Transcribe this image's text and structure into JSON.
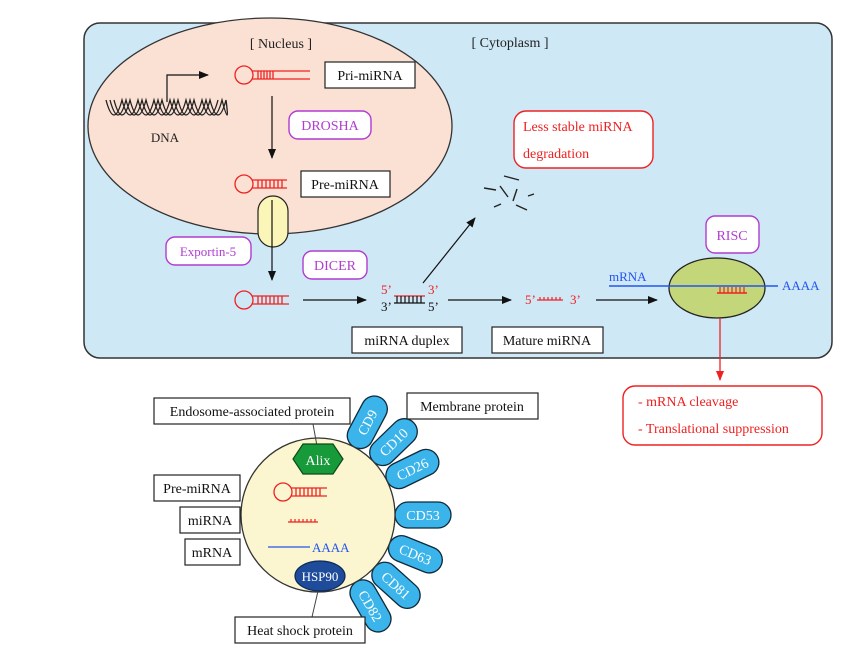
{
  "colors": {
    "cytoplasm_fill": "#cfe8f6",
    "nucleus_fill": "#fbe0d4",
    "rna_red": "#ee2222",
    "enzyme_purple": "#b03cd0",
    "mrna_blue": "#2255ee",
    "risc_fill": "#c3d67a",
    "exosome_fill": "#fbf6cf",
    "cd_fill": "#3ab4ea",
    "alix_fill": "#179a3a",
    "hsp_fill": "#1e4c9a",
    "exportin_fill": "#fbf6b8"
  },
  "biogenesis": {
    "nucleus_label": "[ Nucleus ]",
    "cytoplasm_label": "[ Cytoplasm ]",
    "dna_label": "DNA",
    "pri_mirna_label": "Pri-miRNA",
    "drosha_label": "DROSHA",
    "pre_mirna_label": "Pre-miRNA",
    "exportin_label": "Exportin-5",
    "dicer_label": "DICER",
    "duplex_top_left": "5’",
    "duplex_top_right": "3’",
    "duplex_bottom_left": "3’",
    "duplex_bottom_right": "5’",
    "duplex_label": "miRNA duplex",
    "mature_left": "5’",
    "mature_right": "3’",
    "mature_label": "Mature miRNA",
    "degradation_line1": "Less stable miRNA",
    "degradation_line2": "degradation",
    "risc_label": "RISC",
    "mrna_label": "mRNA",
    "polya_label": "AAAA",
    "outcome_line1": "- mRNA cleavage",
    "outcome_line2": "- Translational suppression"
  },
  "exosome": {
    "endosome_label": "Endosome-associated protein",
    "membrane_label": "Membrane protein",
    "alix_label": "Alix",
    "pre_mirna_label": "Pre-miRNA",
    "mirna_label": "miRNA",
    "mrna_label": "mRNA",
    "polya_label": "AAAA",
    "hsp_label": "HSP90",
    "heat_shock_label": "Heat shock protein",
    "membrane_proteins": [
      "CD9",
      "CD10",
      "CD26",
      "CD53",
      "CD63",
      "CD81",
      "CD82"
    ]
  }
}
